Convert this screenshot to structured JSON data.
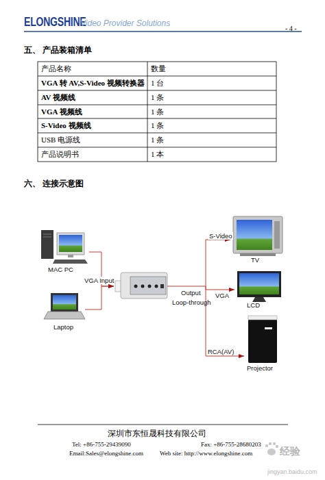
{
  "diagram": {
    "title": "六、 连接示意图",
    "nodes": [
      {
        "text": [
          "MAC PC"
        ]
      },
      {
        "text": [
          "Laptop"
        ]
      },
      {
        "text": [
          "Output",
          "Loop-through"
        ]
      },
      {
        "text": [
          "TV"
        ]
      },
      {
        "text": [
          "LCD"
        ]
      },
      {
        "text": [
          "Projector"
        ]
      }
    ],
    "edges": [
      {
        "from": 0,
        "to": 2,
        "arrow": "to",
        "label": "VGA Input"
      },
      {
        "from": 1,
        "to": 2,
        "arrow": "to"
      },
      {
        "from": 2,
        "to": 3,
        "arrow": "to",
        "label": "S-Video"
      },
      {
        "from": 2,
        "to": 4,
        "arrow": "to",
        "label": "VGA"
      },
      {
        "from": 2,
        "to": 5,
        "arrow": "to",
        "label": "RCA(AV)"
      }
    ],
    "labels": [
      "ELONGSHINE",
      "Video Provider Solutions",
      "- 4 -",
      "五、 产品装箱清单",
      "产品名称",
      "数量",
      "VGA 转 AV,S-Video 视频转换器",
      "1 台",
      "AV  视频线",
      "1 条",
      "VGA  视频线",
      "1 条",
      "S-Video  视频线",
      "1 条",
      "USB 电源线",
      "1 条",
      "产品说明书",
      "1 本",
      "深圳市东恒晟科技有限公司",
      "Tel: +86-755-29439090",
      "Fax: +86-755-28680203",
      "Email:Sales@elongshine.com",
      "Web site: http://www.elongshine.com",
      "经验",
      "jingyan.baidu.com"
    ]
  }
}
